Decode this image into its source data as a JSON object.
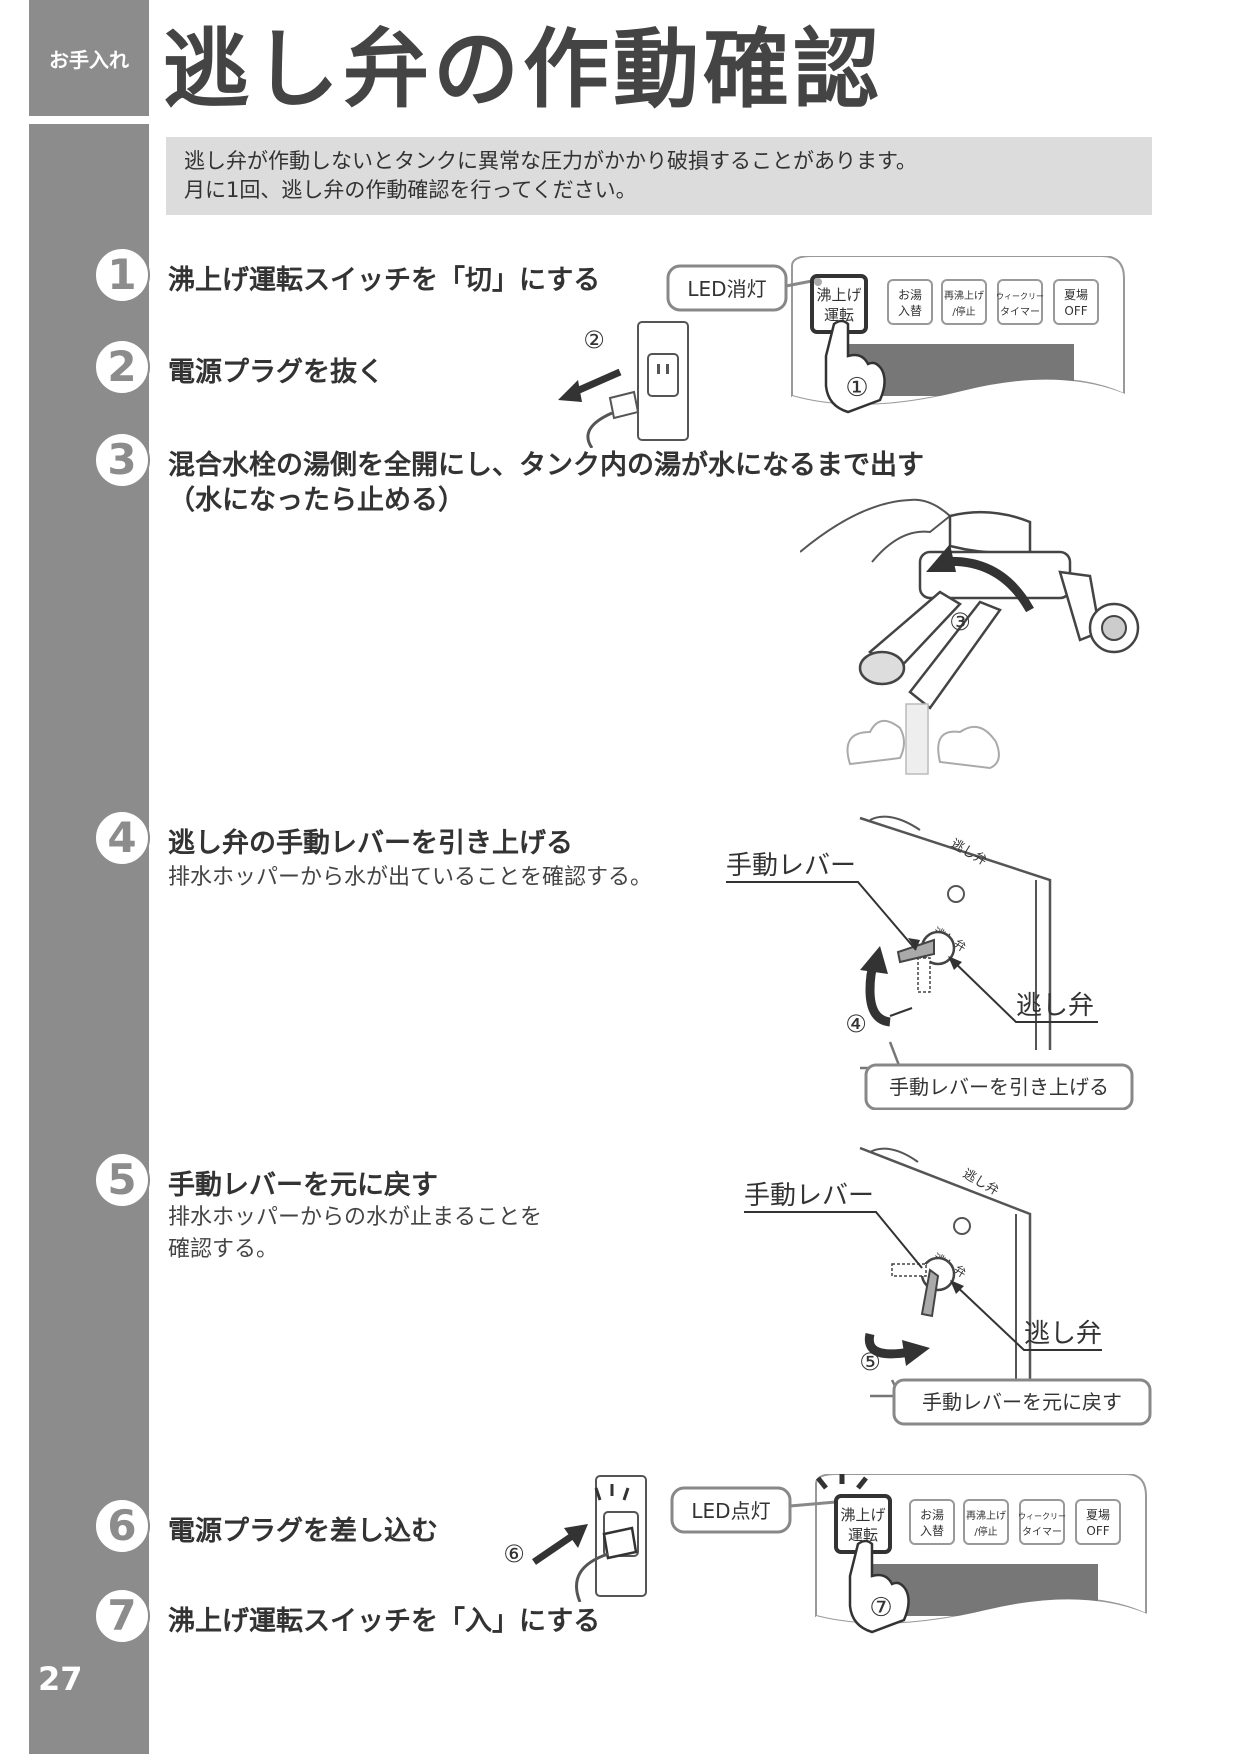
{
  "header": {
    "section_tag": "お手入れ",
    "title": "逃し弁の作動確認",
    "page_number": "27"
  },
  "notice": {
    "line1": "逃し弁が作動しないとタンクに異常な圧力がかかり破損することがあります。",
    "line2": "月に1回、逃し弁の作動確認を行ってください。"
  },
  "steps": [
    {
      "number": "1",
      "title": "沸上げ運転スイッチを「切」にする"
    },
    {
      "number": "2",
      "title": "電源プラグを抜く"
    },
    {
      "number": "3",
      "title": "混合水栓の湯側を全開にし、タンク内の湯が水になるまで出す",
      "title2": "（水になったら止める）"
    },
    {
      "number": "4",
      "title": "逃し弁の手動レバーを引き上げる",
      "sub": "排水ホッパーから水が出ていることを確認する。"
    },
    {
      "number": "5",
      "title": "手動レバーを元に戻す",
      "sub1": "排水ホッパーからの水が止まることを",
      "sub2": "確認する。"
    },
    {
      "number": "6",
      "title": "電源プラグを差し込む"
    },
    {
      "number": "7",
      "title": "沸上げ運転スイッチを「入」にする"
    }
  ],
  "illustrations": {
    "panel_top": {
      "led_label": "LED消灯",
      "buttons": [
        {
          "line1": "沸上げ",
          "line2": "運転"
        },
        {
          "line1": "お湯",
          "line2": "入替"
        },
        {
          "line1": "再沸上げ",
          "line2": "/停止"
        },
        {
          "line1": "ウィークリー",
          "line2": "タイマー"
        },
        {
          "line1": "夏場",
          "line2": "OFF"
        }
      ],
      "marker": "①"
    },
    "plug_out": {
      "marker": "②"
    },
    "faucet": {
      "marker": "③"
    },
    "valve_up": {
      "lever_label": "手動レバー",
      "valve_label": "逃し弁",
      "marker": "④",
      "callout": "手動レバーを引き上げる",
      "unit_label": "逃し弁"
    },
    "valve_down": {
      "lever_label": "手動レバー",
      "valve_label": "逃し弁",
      "marker": "⑤",
      "callout": "手動レバーを元に戻す",
      "unit_label": "逃し弁"
    },
    "plug_in": {
      "marker": "⑥"
    },
    "panel_bottom": {
      "led_label": "LED点灯",
      "buttons": [
        {
          "line1": "沸上げ",
          "line2": "運転"
        },
        {
          "line1": "お湯",
          "line2": "入替"
        },
        {
          "line1": "再沸上げ",
          "line2": "/停止"
        },
        {
          "line1": "ウィークリー",
          "line2": "タイマー"
        },
        {
          "line1": "夏場",
          "line2": "OFF"
        }
      ],
      "marker": "⑦"
    }
  },
  "colors": {
    "band": "#8c8c8c",
    "notice_bg": "#dcdcdc",
    "panel_dark": "#777777"
  }
}
